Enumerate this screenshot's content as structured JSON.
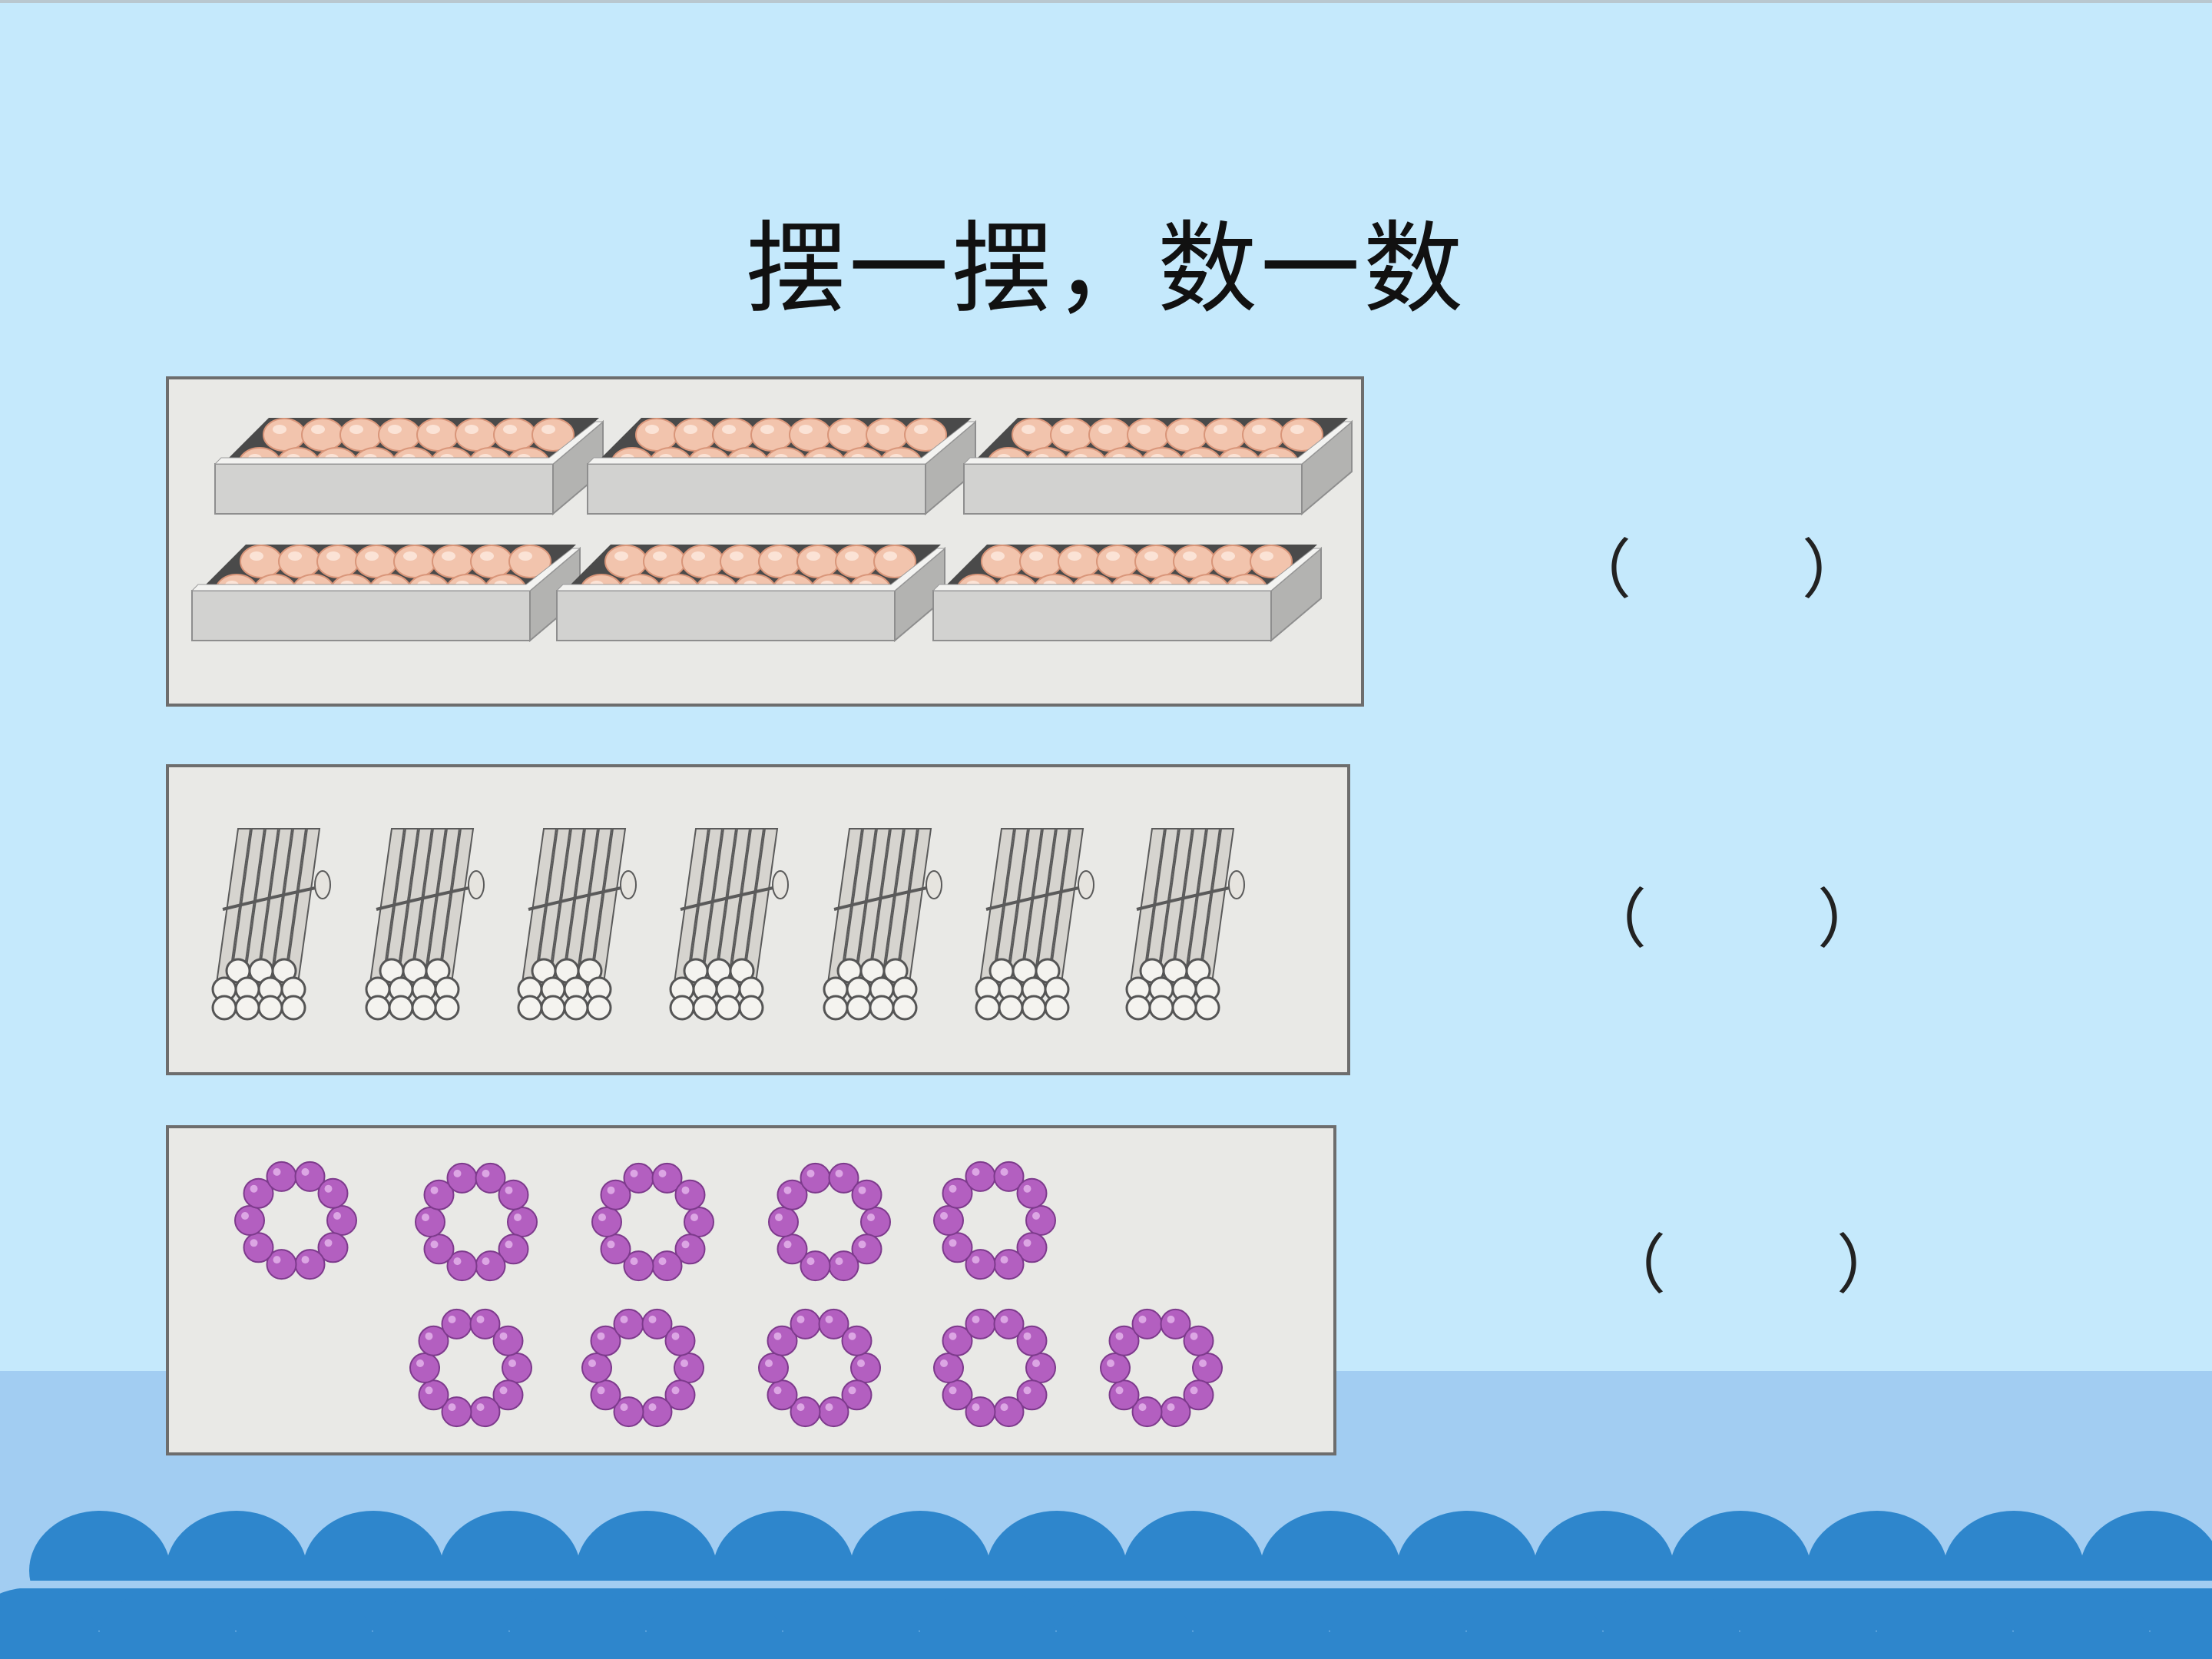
{
  "slide": {
    "title": "摆一摆，数一数"
  },
  "rows": [
    {
      "name": "peach-trays",
      "blank_left": "（",
      "blank_right": "）"
    },
    {
      "name": "stick-bundles",
      "blank_left": "（",
      "blank_right": "）"
    },
    {
      "name": "bead-rings",
      "blank_left": "（",
      "blank_right": "）"
    }
  ],
  "colors": {
    "background": "#c5e9fc",
    "wave": "#2e86cc",
    "band": "#a2cdf2",
    "bead": "#b35fc0"
  }
}
